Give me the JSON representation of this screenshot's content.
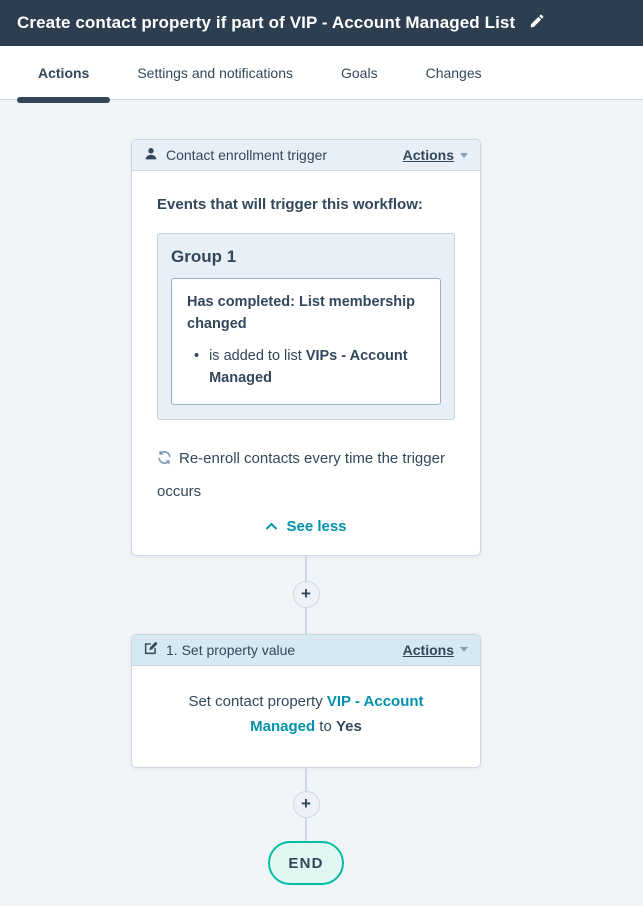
{
  "header": {
    "title": "Create contact property if part of VIP - Account Managed List"
  },
  "tabs": [
    {
      "label": "Actions",
      "active": true
    },
    {
      "label": "Settings and notifications",
      "active": false
    },
    {
      "label": "Goals",
      "active": false
    },
    {
      "label": "Changes",
      "active": false
    }
  ],
  "trigger": {
    "header_title": "Contact enrollment trigger",
    "actions_label": "Actions",
    "events_heading": "Events that will trigger this workflow:",
    "group": {
      "title": "Group 1",
      "event_title": "Has completed: List membership changed",
      "bullet": "•",
      "event_prefix": "is added to list ",
      "event_value": "VIPs - Account Managed"
    },
    "reenroll": "Re-enroll contacts every time the trigger occurs",
    "see_less": "See less"
  },
  "action": {
    "step_title": "1. Set property value",
    "actions_label": "Actions",
    "summary": {
      "prefix": "Set contact property ",
      "property": "VIP - Account Managed",
      "middle": " to ",
      "value": "Yes"
    }
  },
  "plus": {
    "label": "+"
  },
  "end": {
    "label": "END"
  },
  "colors": {
    "topbar_bg": "#2d3e50",
    "text_navy": "#33475b",
    "card_border": "#cbd6e2",
    "trigger_head_bg": "#e9eff6",
    "action_head_bg": "#d6e8f2",
    "link_teal": "#0091ae",
    "end_border": "#00bda5",
    "end_bg": "#e3f7f2",
    "canvas_bg": "#f2f5f8"
  }
}
